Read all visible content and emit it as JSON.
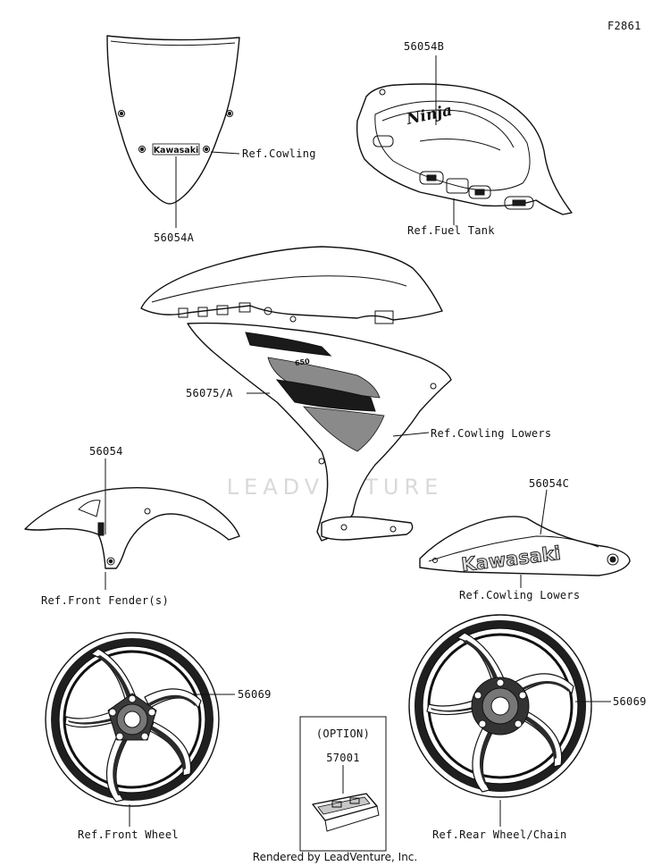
{
  "figure_id": "F2861",
  "watermark": "LEADVENTURE",
  "footer": "Rendered by LeadVenture, Inc.",
  "brand_marks": {
    "windshield": "Kawasaki",
    "tank": "Ninja",
    "belly_pan": "Kawasaki",
    "fairing": "650"
  },
  "callouts": {
    "windshield_part": "56054A",
    "windshield_ref": "Ref.Cowling",
    "tank_part": "56054B",
    "tank_ref": "Ref.Fuel Tank",
    "fairing_part": "56075/A",
    "fairing_ref": "Ref.Cowling Lowers",
    "fender_part": "56054",
    "fender_ref": "Ref.Front Fender(s)",
    "belly_part": "56054C",
    "belly_ref": "Ref.Cowling Lowers",
    "front_wheel_part": "56069",
    "front_wheel_ref": "Ref.Front Wheel",
    "rear_wheel_part": "56069",
    "rear_wheel_ref": "Ref.Rear Wheel/Chain",
    "option_title": "(OPTION)",
    "option_part": "57001"
  }
}
